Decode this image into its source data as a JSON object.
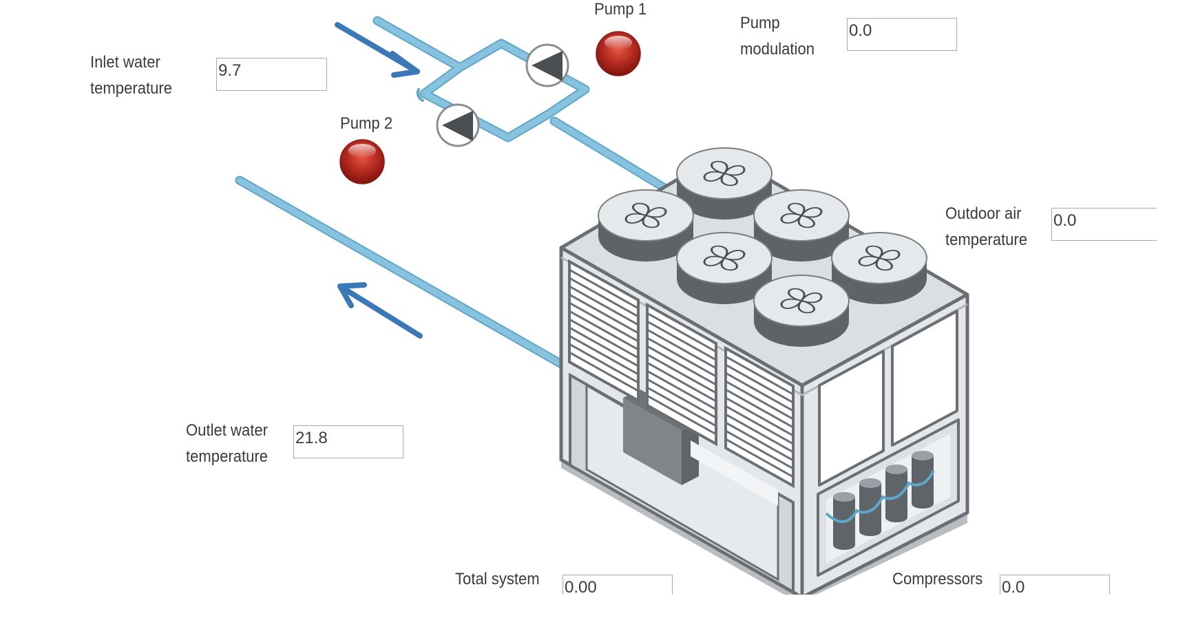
{
  "fields": {
    "inlet_water_temperature": {
      "label_line1": "Inlet water",
      "label_line2": "temperature",
      "value": "9.7"
    },
    "outlet_water_temperature": {
      "label_line1": "Outlet water",
      "label_line2": "temperature",
      "value": "21.8"
    },
    "pump_modulation": {
      "label_line1": "Pump",
      "label_line2": "modulation",
      "value": "0.0"
    },
    "outdoor_air_temperature": {
      "label_line1": "Outdoor air",
      "label_line2": "temperature",
      "value": "0.0"
    },
    "total_system": {
      "label": "Total system",
      "value": "0.00"
    },
    "compressors": {
      "label": "Compressors",
      "value": "0.0"
    }
  },
  "pumps": {
    "pump1": {
      "label": "Pump 1",
      "status": "off"
    },
    "pump2": {
      "label": "Pump 2",
      "status": "off"
    }
  },
  "colors": {
    "pipe": "#87c2de",
    "pipe_outline": "#5fa6c8",
    "flow_arrow": "#3a78b8",
    "indicator_off": "#b52a1f",
    "unit_body": "#d9dee3",
    "unit_dark": "#5f6368",
    "unit_outline": "#6b6e72"
  },
  "icons": {
    "flow_in": "arrow-down-right-icon",
    "flow_out": "arrow-up-left-icon",
    "pump": "pump-triangle-icon",
    "fan": "fan-icon",
    "status": "status-led-icon"
  }
}
